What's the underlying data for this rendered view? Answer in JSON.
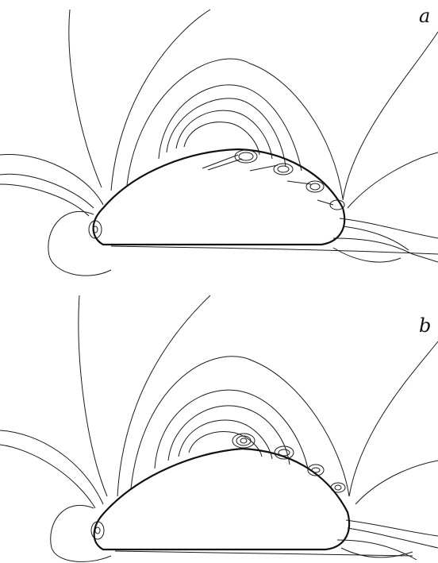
{
  "figure": {
    "panels": [
      {
        "id": "a",
        "label": "a"
      },
      {
        "id": "b",
        "label": "b"
      }
    ],
    "colors": {
      "background": "#ffffff",
      "lines": "#1a1a1a"
    }
  }
}
